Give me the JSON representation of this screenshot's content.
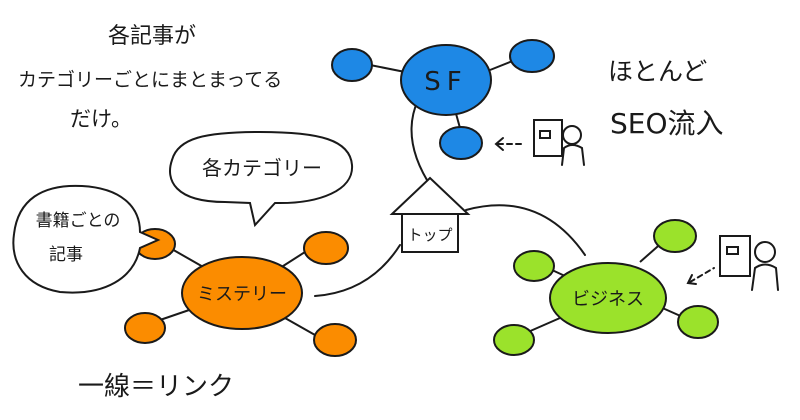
{
  "annotations": {
    "top_left_line1": "各記事が",
    "top_left_line2": "カテゴリーごとにまとまってる",
    "top_left_line3": "だけ。",
    "top_right_line1": "ほとんど",
    "top_right_line2": "SEO流入",
    "bottom_left": "一線＝リンク"
  },
  "bubbles": {
    "categories": "各カテゴリー",
    "books_line1": "書籍ごとの",
    "books_line2": "記事"
  },
  "nodes": {
    "sf": "SF",
    "top": "トップ",
    "mystery": "ミステリー",
    "business": "ビジネス"
  },
  "colors": {
    "sf": "#1e88e5",
    "mystery": "#fb8c00",
    "business": "#9be22b",
    "ink": "#1a1a1a"
  },
  "icons": {
    "reader_top": "reader-icon",
    "reader_right": "reader-icon"
  }
}
